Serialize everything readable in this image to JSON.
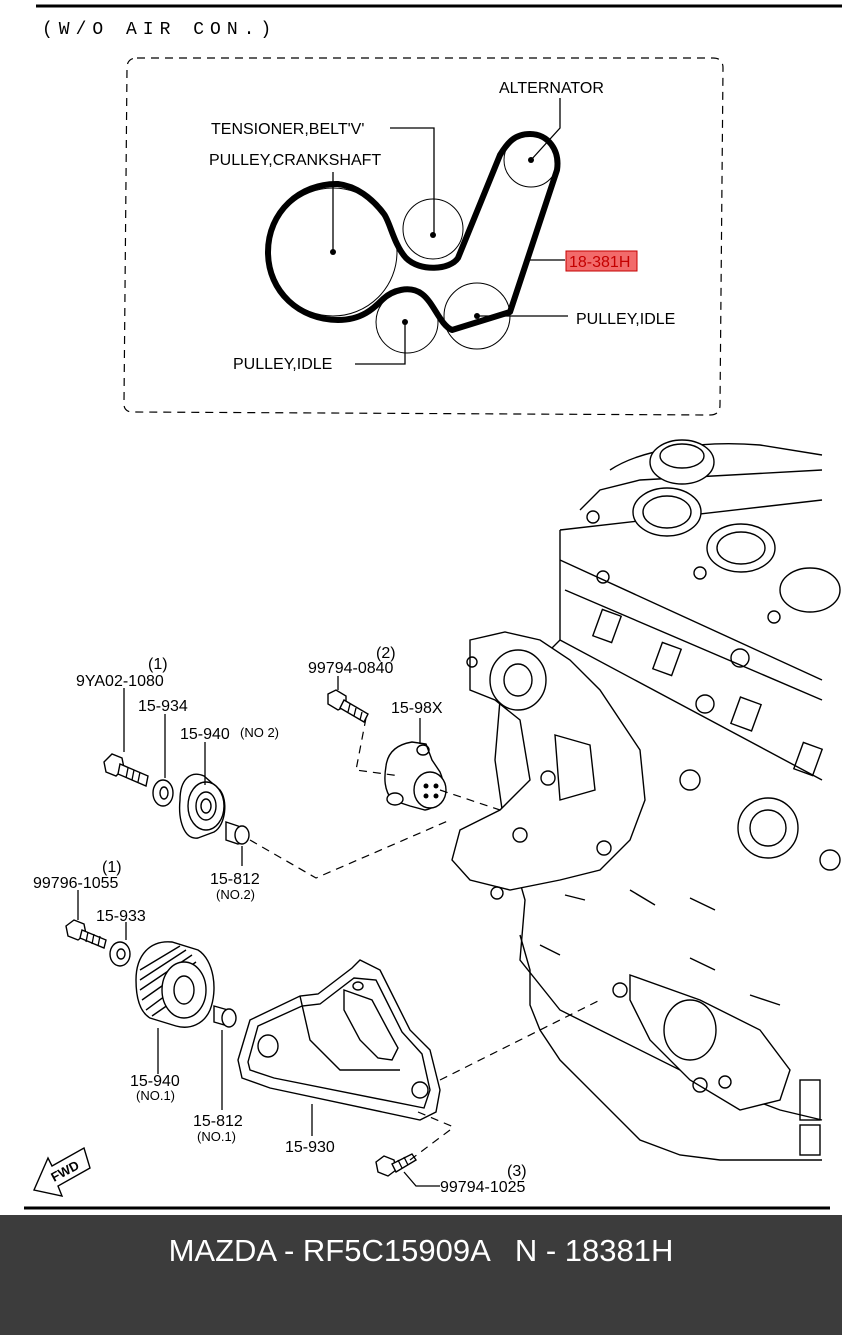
{
  "header_note": "(W/O AIR CON.)",
  "belt_layout": {
    "alternator": "ALTERNATOR",
    "tensioner": "TENSIONER,BELT'V'",
    "crankshaft": "PULLEY,CRANKSHAFT",
    "highlight_part": "18-381H",
    "pulley_idle_right": "PULLEY,IDLE",
    "pulley_idle_lower": "PULLEY,IDLE"
  },
  "parts": {
    "p_9ya02_qty": "(1)",
    "p_9ya02": "9YA02-1080",
    "p_15_934": "15-934",
    "p_15_940_no2": "15-940",
    "p_15_940_no2_sub": "(NO 2)",
    "p_99794_0840_qty": "(2)",
    "p_99794_0840": "99794-0840",
    "p_15_98x": "15-98X",
    "p_15_812_no2": "15-812",
    "p_15_812_no2_sub": "(NO.2)",
    "p_99796_qty": "(1)",
    "p_99796_1055": "99796-1055",
    "p_15_933": "15-933",
    "p_15_940_no1": "15-940",
    "p_15_940_no1_sub": "(NO.1)",
    "p_15_812_no1": "15-812",
    "p_15_812_no1_sub": "(NO.1)",
    "p_15_930": "15-930",
    "p_99794_1025_qty": "(3)",
    "p_99794_1025": "99794-1025",
    "fwd": "FWD"
  },
  "footer": {
    "caption": "MAZDA - RF5C15909A   N - 18381H"
  },
  "colors": {
    "highlight_fill": "#f26b6b",
    "highlight_text": "#c40000",
    "footer_bg": "#3c3c3c"
  }
}
